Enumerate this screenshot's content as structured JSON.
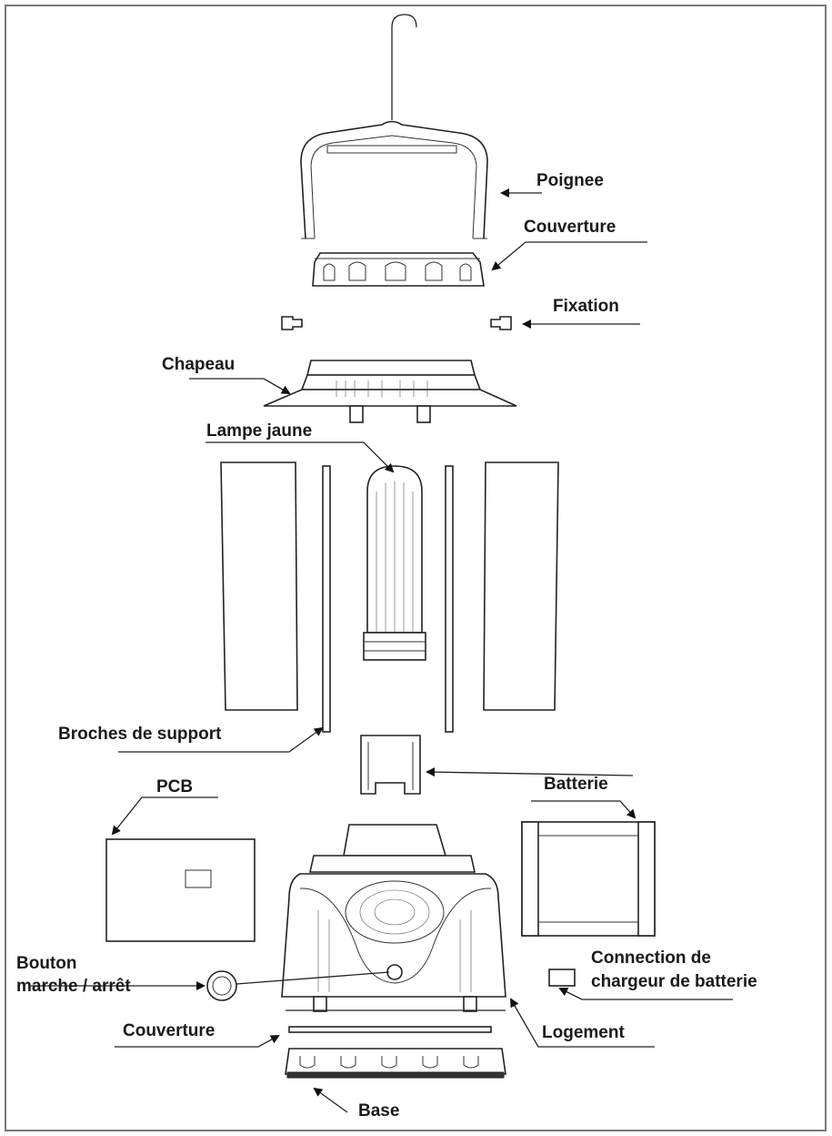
{
  "labels": {
    "poignee": "Poignee",
    "couverture_top": "Couverture",
    "fixation": "Fixation",
    "chapeau": "Chapeau",
    "lampe": "Lampe jaune",
    "broches": "Broches de support",
    "pcb": "PCB",
    "batterie": "Batterie",
    "bouton_1": "Bouton",
    "bouton_2": "marche / arrêt",
    "connection_1": "Connection de",
    "connection_2": "chargeur de batterie",
    "couverture_bottom": "Couverture",
    "logement": "Logement",
    "base": "Base"
  },
  "colors": {
    "line": "#222222",
    "text": "#1a1a1a",
    "frame": "#7a7a7a"
  }
}
